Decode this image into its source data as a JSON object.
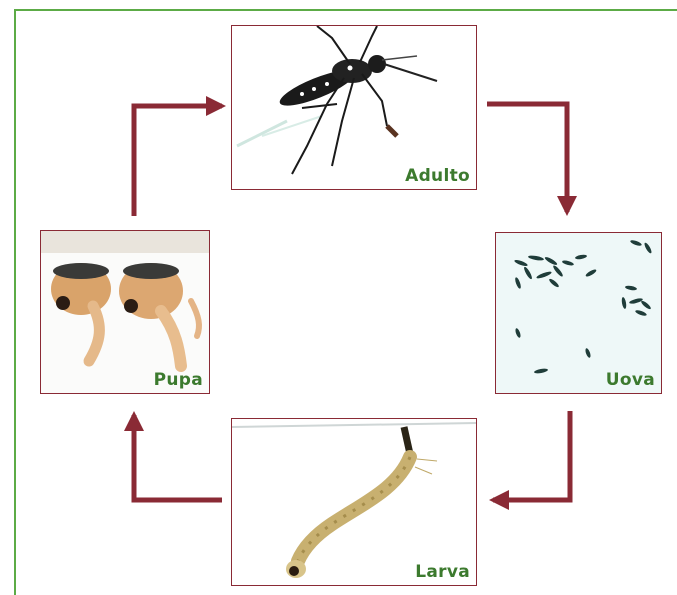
{
  "diagram": {
    "stages": {
      "adulto": {
        "label": "Adulto",
        "image": "mosquito-photo"
      },
      "uova": {
        "label": "Uova",
        "image": "eggs-photo"
      },
      "larva": {
        "label": "Larva",
        "image": "larva-photo"
      },
      "pupa": {
        "label": "Pupa",
        "image": "pupa-photo"
      }
    },
    "colors": {
      "frame": "#5cab46",
      "arrow": "#8a2a35",
      "label": "#3c7a2e"
    }
  }
}
